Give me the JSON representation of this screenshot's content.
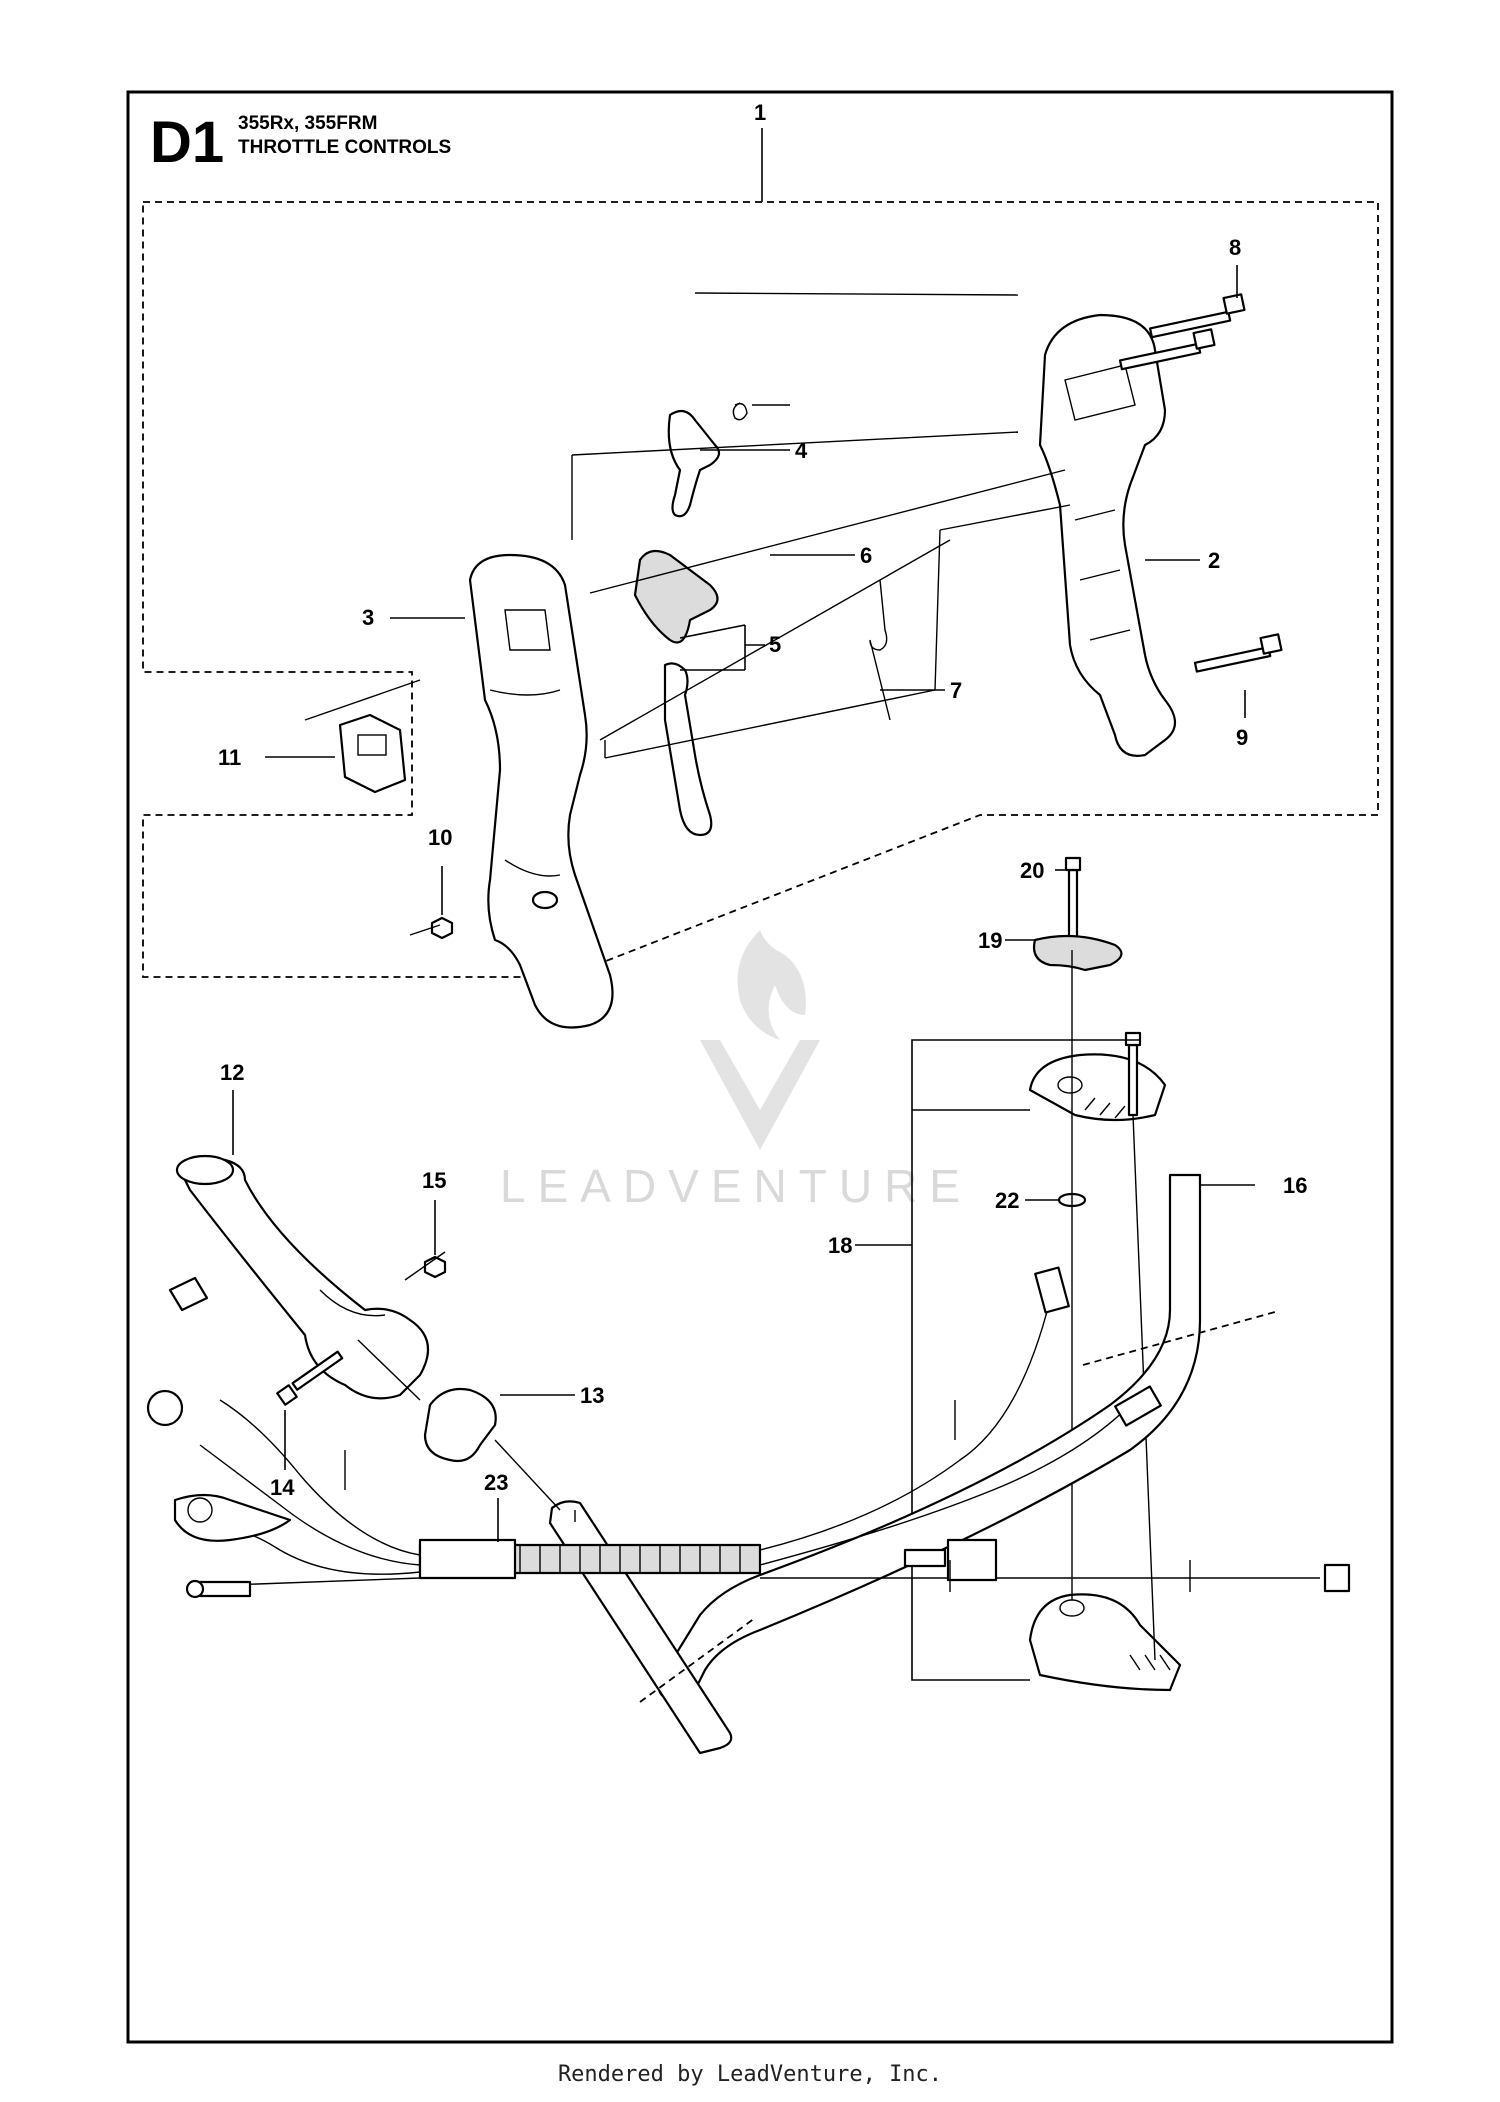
{
  "header": {
    "section": "D1",
    "models": "355Rx, 355FRM",
    "title": "THROTTLE CONTROLS"
  },
  "watermark": "LEADVENTURE",
  "footer": "Rendered by LeadVenture, Inc.",
  "callouts": [
    "1",
    "2",
    "3",
    "4",
    "5",
    "6",
    "7",
    "8",
    "9",
    "10",
    "11",
    "12",
    "13",
    "14",
    "15",
    "16",
    "18",
    "19",
    "20",
    "22",
    "23"
  ]
}
